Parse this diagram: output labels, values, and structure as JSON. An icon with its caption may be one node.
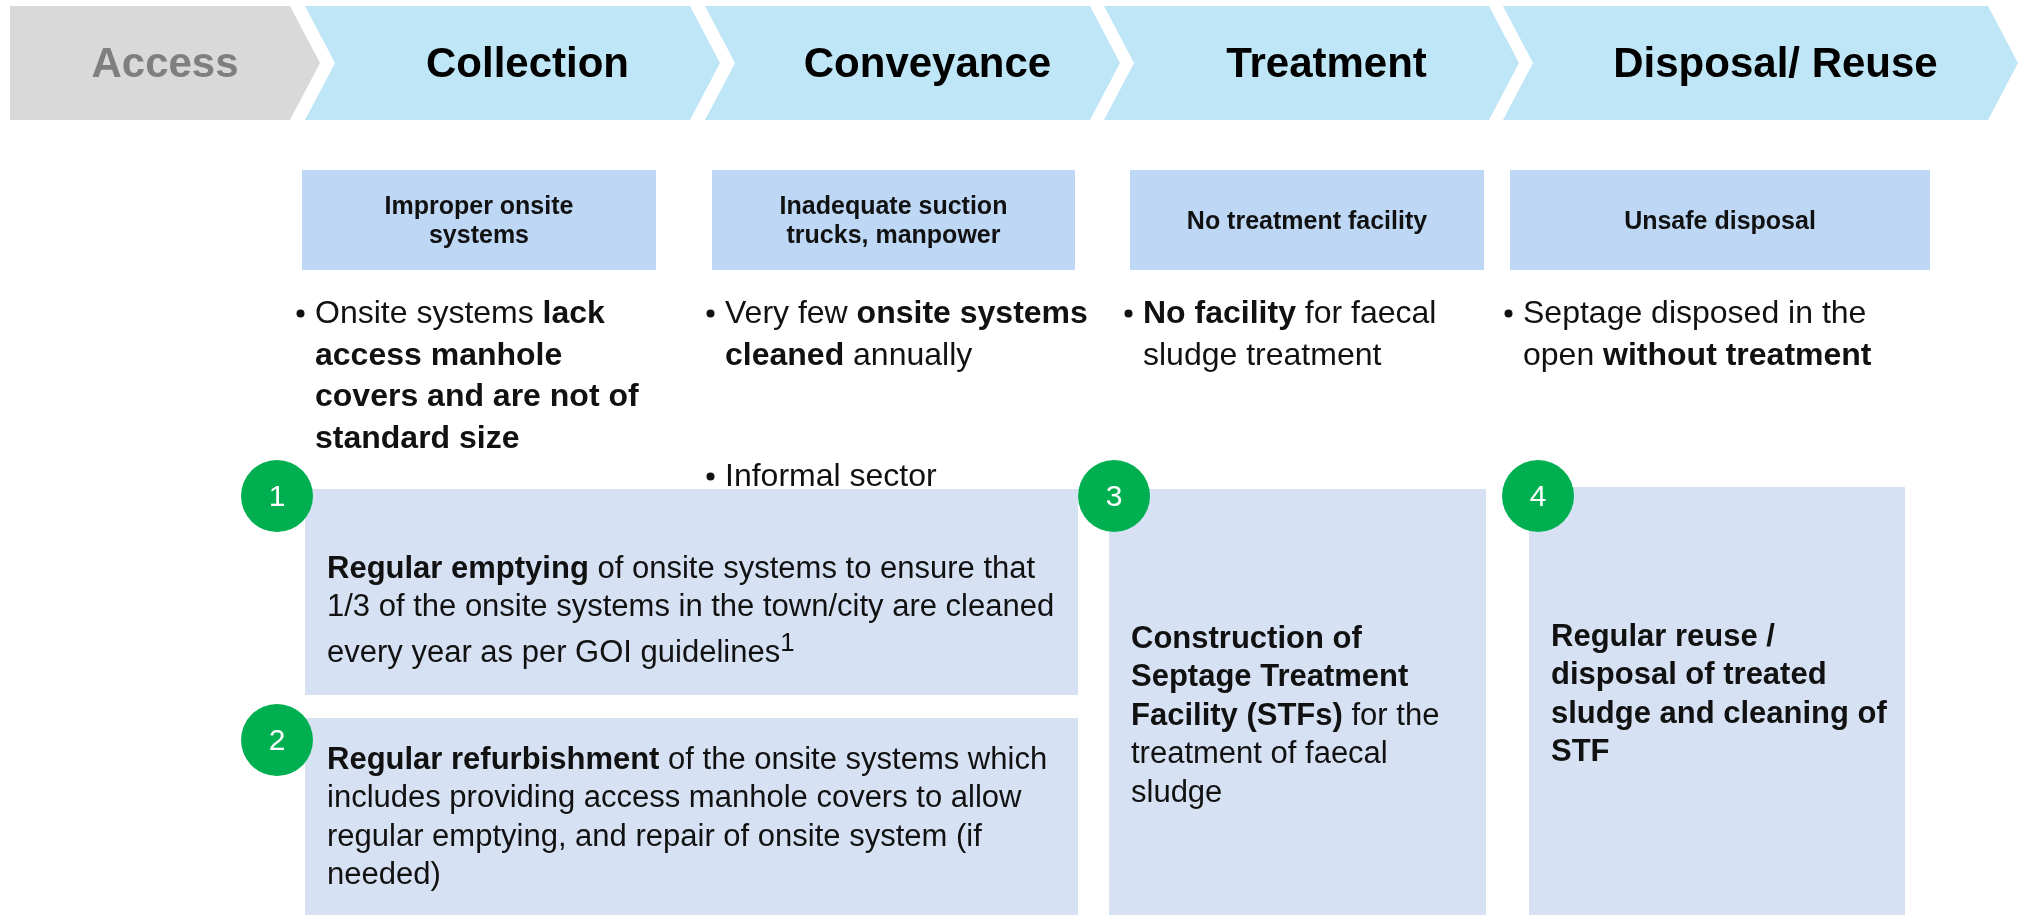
{
  "diagram": {
    "nodes": [
      {
        "text": [
          "Access"
        ]
      },
      {
        "text": [
          "Collection"
        ]
      },
      {
        "text": [
          "Conveyance"
        ]
      },
      {
        "text": [
          "Treatment"
        ]
      },
      {
        "text": [
          "Disposal/ Reuse"
        ]
      },
      {
        "text": [
          "Improper onsite systems"
        ]
      },
      {
        "text": [
          "Inadequate suction trucks, manpower"
        ]
      },
      {
        "text": [
          "No treatment facility"
        ]
      },
      {
        "text": [
          "Unsafe disposal"
        ]
      },
      {
        "text": [
          "1"
        ]
      },
      {
        "text": [
          "**Regular emptying** of onsite systems to ensure that 1/3 of the onsite systems in the town/city are cleaned every year as per GOI guidelines$^{1}$"
        ]
      },
      {
        "text": [
          "2"
        ]
      },
      {
        "text": [
          "**Regular refurbishment** of the onsite systems which includes providing access manhole covers to allow regular emptying, and repair of onsite system (if needed)"
        ]
      },
      {
        "text": [
          "3"
        ]
      },
      {
        "text": [
          "**Construction of Septage Treatment Facility (STFs)** for the treatment of faecal sludge"
        ]
      },
      {
        "text": [
          "4"
        ]
      },
      {
        "text": [
          "Regular reuse / disposal of treated sludge and cleaning of STF"
        ]
      }
    ],
    "labels": [
      "Onsite systems **lack access manhole covers and are not of standard size**",
      "Very few **onsite systems cleaned** annually",
      "Informal sector",
      "**No facility** for faecal sludge treatment",
      "Septage disposed in the open **without treatment**"
    ]
  }
}
